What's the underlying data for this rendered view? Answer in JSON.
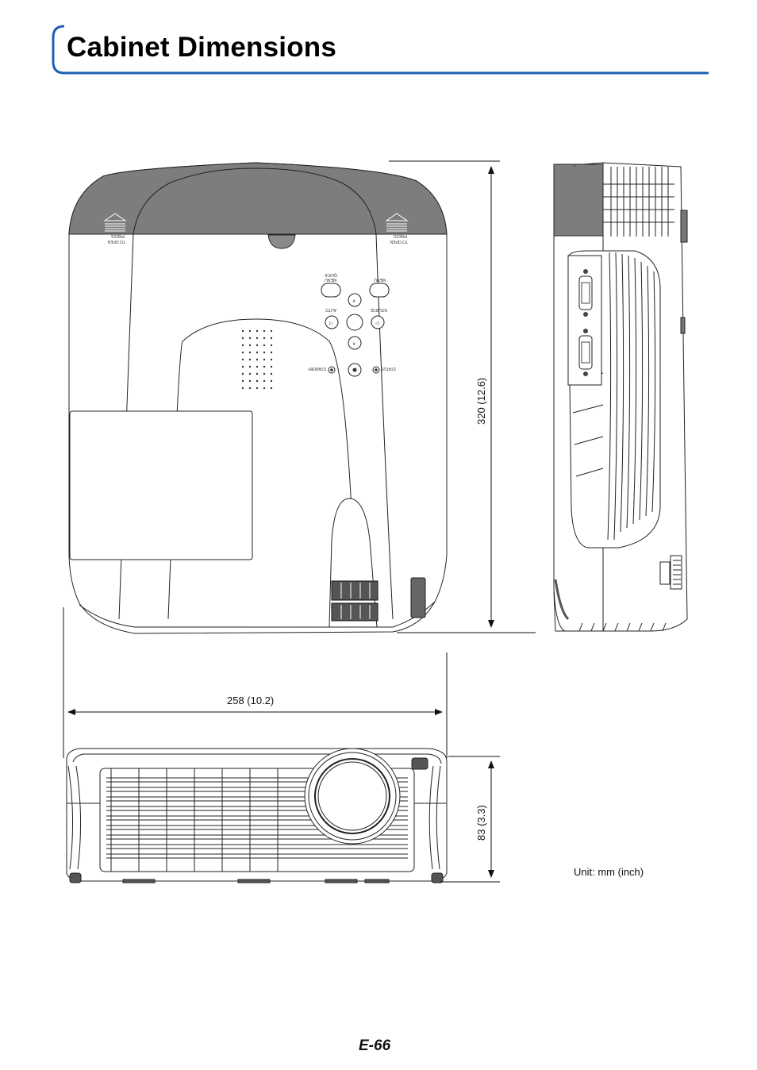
{
  "header": {
    "title": "Cabinet Dimensions",
    "accent_color": "#1f5fb4"
  },
  "diagram": {
    "depth_dimension": "320 (12.6)",
    "width_dimension": "258 (10.2)",
    "height_dimension": "83 (3.3)",
    "unit_note": "Unit: mm (inch)",
    "top_view_labels": {
      "press_to_open_left": [
        "PRESS",
        "TO OPEN"
      ],
      "press_to_open_right": [
        "PRESS",
        "TO OPEN"
      ],
      "quick_menu": [
        "QUICK",
        "MENU"
      ],
      "menu": "MENU",
      "auto": "AUTO",
      "source": "SOURCE",
      "standby": "STANDBY",
      "status": "STATUS"
    }
  },
  "footer": {
    "page_number": "E-66"
  }
}
